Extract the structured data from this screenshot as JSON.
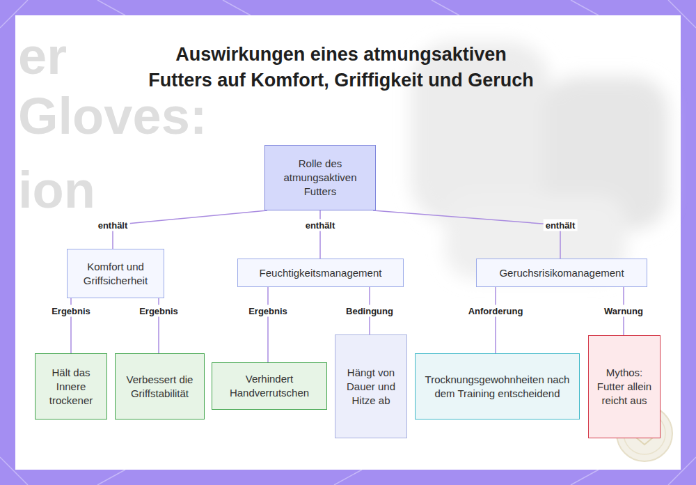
{
  "diagram": {
    "title": "Auswirkungen eines atmungsaktiven Futters auf Komfort, Griffigkeit und Geruch",
    "nodes": [
      {
        "text": [
          "Rolle des atmungsaktiven Futters"
        ]
      },
      {
        "text": [
          "Komfort und Griffsicherheit"
        ]
      },
      {
        "text": [
          "Feuchtigkeitsmanagement"
        ]
      },
      {
        "text": [
          "Geruchsrisikomanagement"
        ]
      },
      {
        "text": [
          "Hält das Innere trockener"
        ]
      },
      {
        "text": [
          "Verbessert die Griffstabilität"
        ]
      },
      {
        "text": [
          "Verhindert Handverrutschen"
        ]
      },
      {
        "text": [
          "Hängt von Dauer und Hitze ab"
        ]
      },
      {
        "text": [
          "Trocknungsgewohnheiten nach dem Training entscheidend"
        ]
      },
      {
        "text": [
          "Mythos: Futter allein reicht aus"
        ]
      }
    ],
    "edges": [
      {
        "from": 0,
        "to": 1,
        "label": "enthält",
        "arrow": "none"
      },
      {
        "from": 0,
        "to": 2,
        "label": "enthält",
        "arrow": "none"
      },
      {
        "from": 0,
        "to": 3,
        "label": "enthält",
        "arrow": "none"
      },
      {
        "from": 1,
        "to": 4,
        "label": "Ergebnis",
        "arrow": "none"
      },
      {
        "from": 1,
        "to": 5,
        "label": "Ergebnis",
        "arrow": "none"
      },
      {
        "from": 2,
        "to": 6,
        "label": "Ergebnis",
        "arrow": "none"
      },
      {
        "from": 2,
        "to": 7,
        "label": "Bedingung",
        "arrow": "none"
      },
      {
        "from": 3,
        "to": 8,
        "label": "Anforderung",
        "arrow": "none"
      },
      {
        "from": 3,
        "to": 9,
        "label": "Warnung",
        "arrow": "none"
      }
    ],
    "labels": [
      "er",
      "Gloves:",
      "ion"
    ]
  }
}
